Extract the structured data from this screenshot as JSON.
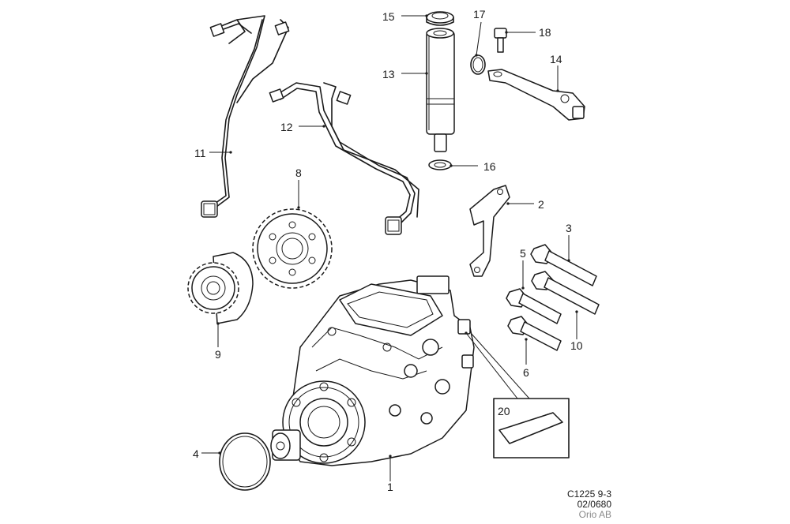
{
  "callouts": {
    "c1": "1",
    "c2": "2",
    "c3": "3",
    "c4": "4",
    "c5": "5",
    "c6": "6",
    "c7": "",
    "c8": "8",
    "c9": "9",
    "c10": "10",
    "c11": "11",
    "c12": "12",
    "c13": "13",
    "c14": "14",
    "c15": "15",
    "c16": "16",
    "c17": "17",
    "c18": "18",
    "c20": "20"
  },
  "footer": {
    "code": "C1225 9-3",
    "date": "02/0680",
    "copyright": "Orio AB"
  }
}
